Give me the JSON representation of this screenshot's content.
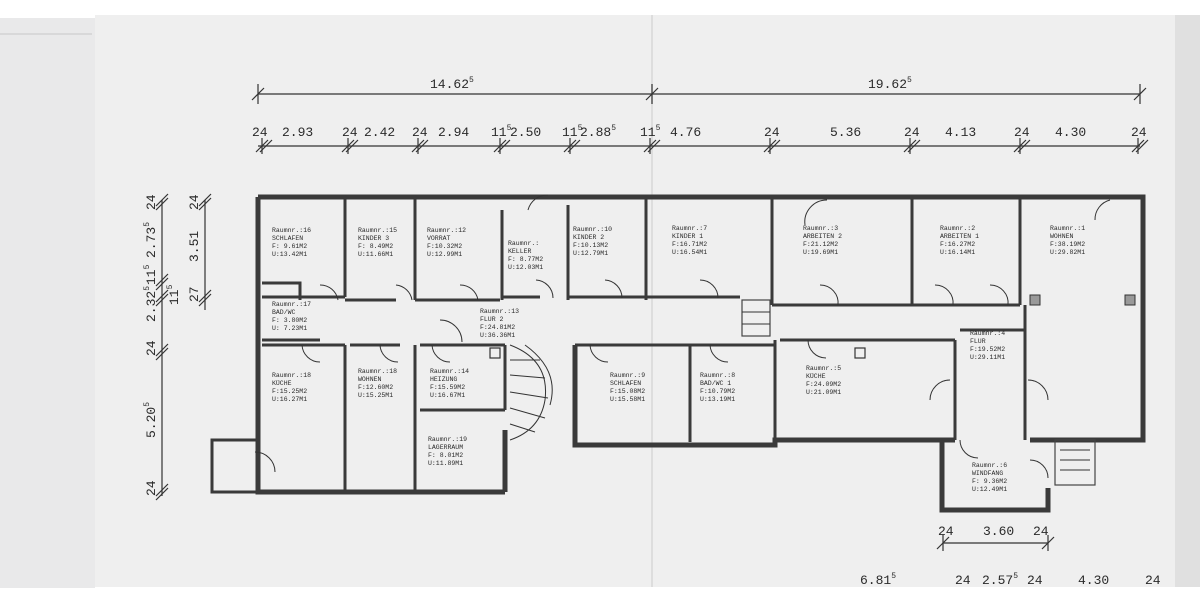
{
  "top_dims_overall": [
    "14.62",
    "19.62"
  ],
  "top_dims_overall_sup": [
    "5",
    "5"
  ],
  "segment_dims": [
    {
      "v": "24"
    },
    {
      "v": "2.93"
    },
    {
      "v": "24"
    },
    {
      "v": "2.42"
    },
    {
      "v": "24"
    },
    {
      "v": "2.94"
    },
    {
      "v": "11",
      "sup": "5"
    },
    {
      "v": "2.50"
    },
    {
      "v": "11",
      "sup": "5"
    },
    {
      "v": "2.88",
      "sup": "5"
    },
    {
      "v": "11",
      "sup": "5"
    },
    {
      "v": "4.76"
    },
    {
      "v": "24"
    },
    {
      "v": "5.36"
    },
    {
      "v": "24"
    },
    {
      "v": "4.13"
    },
    {
      "v": "24"
    },
    {
      "v": "4.30"
    },
    {
      "v": "24"
    }
  ],
  "left_dims": [
    {
      "v": "24"
    },
    {
      "v": "2.73",
      "sup": "5"
    },
    {
      "v": "11",
      "sup": "5"
    },
    {
      "v": "2.32",
      "sup": "5"
    },
    {
      "v": "24"
    },
    {
      "v": "5.20",
      "sup": "5"
    },
    {
      "v": "24"
    },
    {
      "v": "24"
    },
    {
      "v": "3.51"
    },
    {
      "v": "27"
    },
    {
      "v": "11",
      "sup": "5"
    }
  ],
  "rooms": [
    {
      "n": "Raumnr.:16",
      "name": "SCHLAFEN",
      "f": "F: 9.61M2",
      "u": "U:13.42M1"
    },
    {
      "n": "Raumnr.:15",
      "name": "KINDER 3",
      "f": "F: 8.49M2",
      "u": "U:11.66M1"
    },
    {
      "n": "Raumnr.:12",
      "name": "VORRAT",
      "f": "F:10.32M2",
      "u": "U:12.99M1"
    },
    {
      "n": "Raumnr.:",
      "name": "KELLER",
      "f": "F: 8.77M2",
      "u": "U:12.03M1"
    },
    {
      "n": "Raumnr.:10",
      "name": "KINDER 2",
      "f": "F:10.13M2",
      "u": "U:12.79M1"
    },
    {
      "n": "Raumnr.:7",
      "name": "KINDER 1",
      "f": "F:16.71M2",
      "u": "U:16.54M1"
    },
    {
      "n": "Raumnr.:3",
      "name": "ARBEITEN 2",
      "f": "F:21.12M2",
      "u": "U:19.69M1"
    },
    {
      "n": "Raumnr.:2",
      "name": "ARBEITEN 1",
      "f": "F:16.27M2",
      "u": "U:16.14M1"
    },
    {
      "n": "Raumnr.:1",
      "name": "WOHNEN",
      "f": "F:38.19M2",
      "u": "U:29.82M1"
    },
    {
      "n": "Raumnr.:17",
      "name": "BAD/WC",
      "f": "F: 3.80M2",
      "u": "U: 7.23M1"
    },
    {
      "n": "Raumnr.:13",
      "name": "FLUR 2",
      "f": "F:24.81M2",
      "u": "U:36.36M1"
    },
    {
      "n": "Raumnr.:18",
      "name": "KÜCHE",
      "f": "F:15.25M2",
      "u": "U:16.27M1"
    },
    {
      "n": "Raumnr.:18",
      "name": "WOHNEN",
      "f": "F:12.60M2",
      "u": "U:15.25M1"
    },
    {
      "n": "Raumnr.:14",
      "name": "HEIZUNG",
      "f": "F:15.59M2",
      "u": "U:16.67M1"
    },
    {
      "n": "Raumnr.:19",
      "name": "LAGERRAUM",
      "f": "F: 8.01M2",
      "u": "U:11.89M1"
    },
    {
      "n": "Raumnr.:9",
      "name": "SCHLAFEN",
      "f": "F:15.08M2",
      "u": "U:15.58M1"
    },
    {
      "n": "Raumnr.:8",
      "name": "BAD/WC 1",
      "f": "F:10.79M2",
      "u": "U:13.19M1"
    },
    {
      "n": "Raumnr.:5",
      "name": "KÜCHE",
      "f": "F:24.09M2",
      "u": "U:21.09M1"
    },
    {
      "n": "Raumnr.:4",
      "name": "FLUR",
      "f": "F:19.52M2",
      "u": "U:29.11M1"
    },
    {
      "n": "Raumnr.:6",
      "name": "WINDFANG",
      "f": "F: 9.36M2",
      "u": "U:12.49M1"
    }
  ],
  "bottom_dims": [
    {
      "v": "24"
    },
    {
      "v": "3.60"
    },
    {
      "v": "24"
    }
  ],
  "footer_dims": [
    {
      "v": "6.81",
      "sup": "5"
    },
    {
      "v": "24"
    },
    {
      "v": "2.57",
      "sup": "5"
    },
    {
      "v": "24"
    },
    {
      "v": "4.30"
    },
    {
      "v": "24"
    }
  ]
}
